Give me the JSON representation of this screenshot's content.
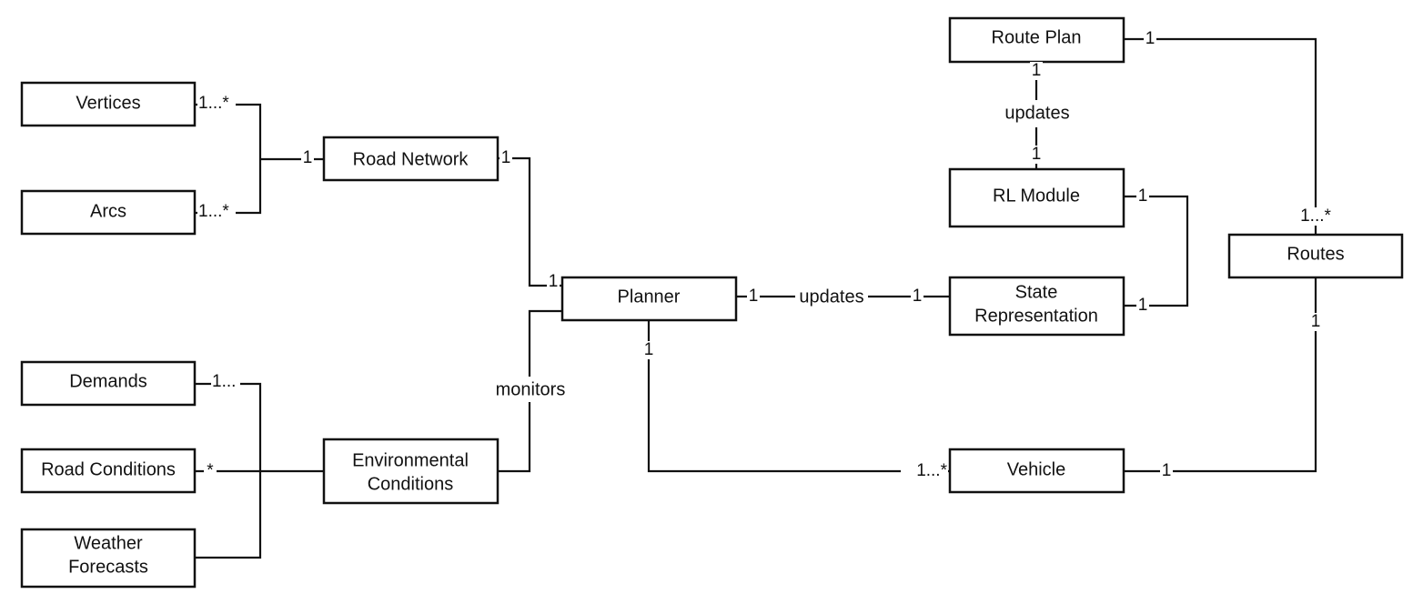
{
  "diagram": {
    "colors": {
      "stroke": "#111111",
      "fill": "#ffffff",
      "text": "#111111"
    },
    "nodes": {
      "vertices": "Vertices",
      "arcs": "Arcs",
      "road_network": "Road Network",
      "demands": "Demands",
      "road_conditions": "Road Conditions",
      "weather_forecasts": [
        "Weather",
        "Forecasts"
      ],
      "environmental_conditions": [
        "Environmental",
        "Conditions"
      ],
      "planner": "Planner",
      "route_plan": "Route Plan",
      "rl_module": "RL Module",
      "state_representation": [
        "State",
        "Representation"
      ],
      "routes": "Routes",
      "vehicle": "Vehicle"
    },
    "relationships": {
      "monitors": "monitors",
      "planner_state_updates": "updates",
      "routeplan_rl_updates": "updates"
    },
    "multiplicities": {
      "vertices_to_roadnet": "1...*",
      "arcs_to_roadnet": "1...*",
      "roadnet_from_components": "1",
      "roadnet_to_planner": "1",
      "planner_from_roadnet": "1",
      "demands": "1...",
      "road_conditions": "*",
      "planner_to_state": "1",
      "state_from_planner": "1",
      "planner_to_vehicle": "1",
      "vehicle_from_planner": "1...*",
      "routeplan_to_rl": "1",
      "rl_from_routeplan": "1",
      "routeplan_to_routes": "1",
      "routes_from_routeplan": "1...*",
      "rl_to_state": "1",
      "state_to_rl": "1",
      "routes_to_vehicle": "1",
      "vehicle_to_routes": "1"
    }
  }
}
